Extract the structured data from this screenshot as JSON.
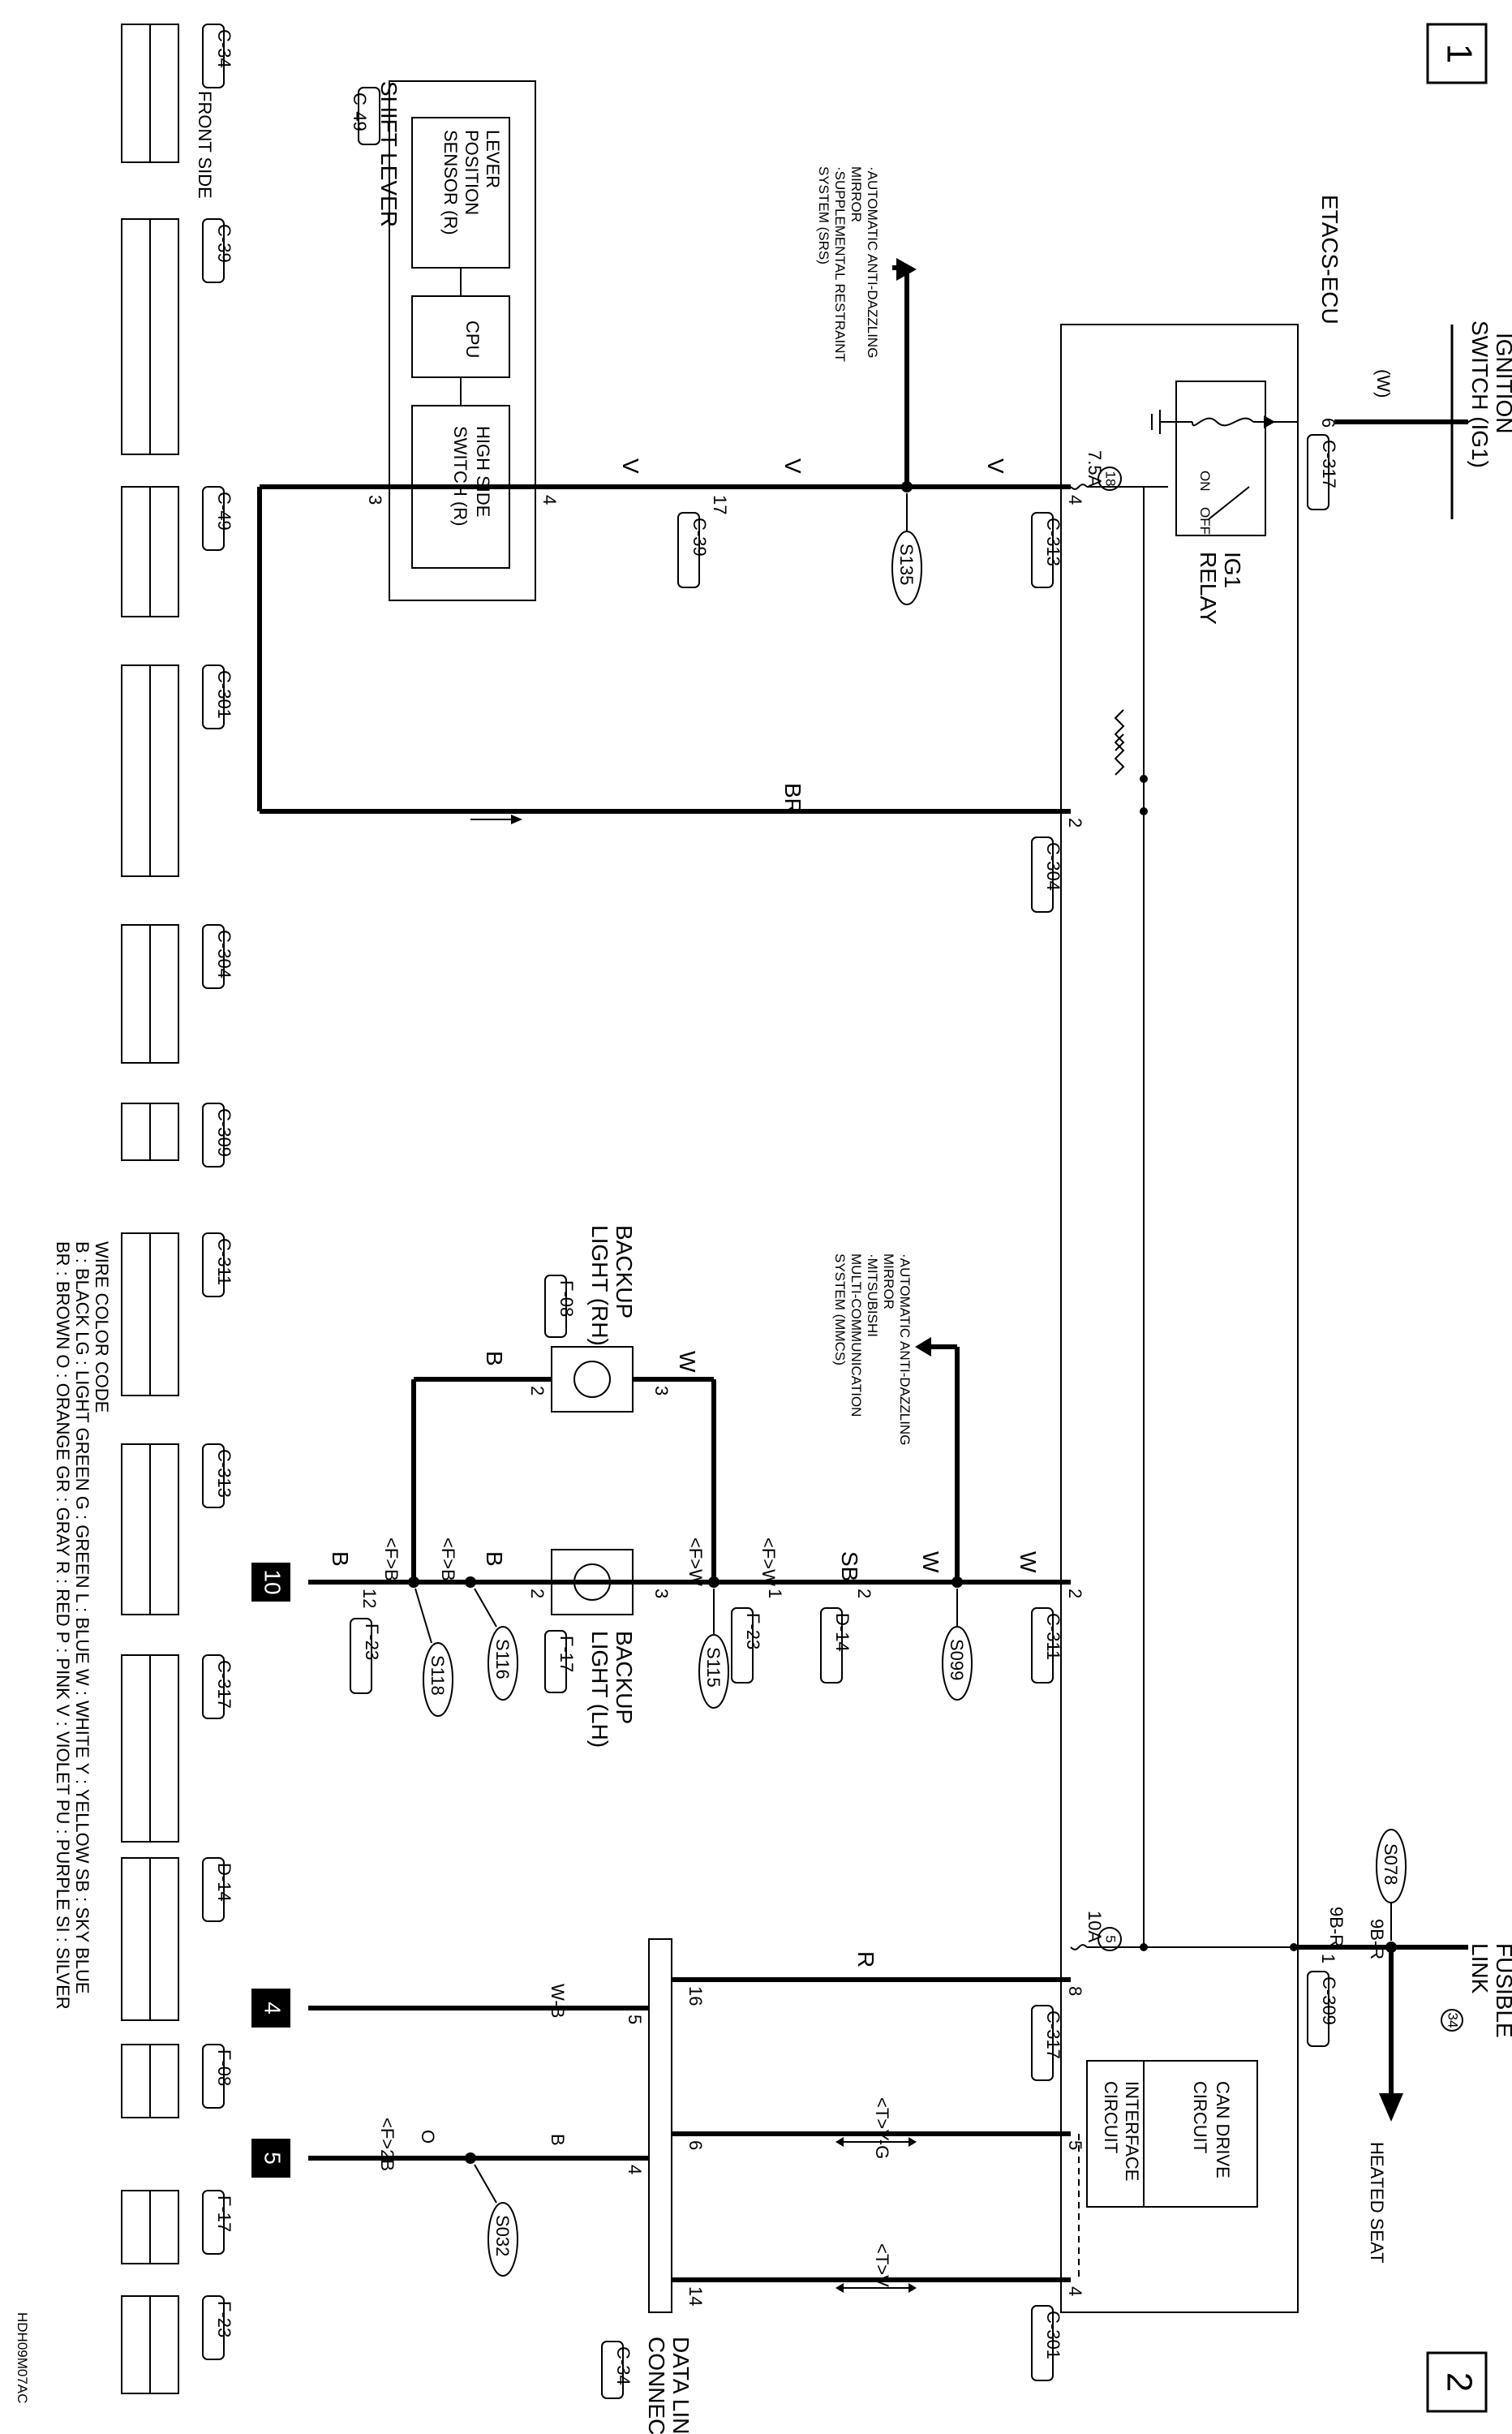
{
  "page_numbers": {
    "top": "1",
    "bottom": "2"
  },
  "ecu": {
    "name": "ETACS-ECU"
  },
  "ign": {
    "label_1": "IGNITION",
    "label_2": "SWITCH (IG1)",
    "wire": "(W)",
    "pin": "6",
    "connector": "C-317"
  },
  "relay": {
    "label_1": "IG1",
    "label_2": "RELAY",
    "on": "ON",
    "off": "OFF"
  },
  "fuse18": {
    "number": "18",
    "rating": "7.5A"
  },
  "fuse5": {
    "number": "5",
    "rating": "10A"
  },
  "fusible": {
    "label_1": "FUSIBLE",
    "label_2": "LINK",
    "number": "34",
    "splice": "S078",
    "wire_1": "9B-R",
    "wire_2": "9B-R",
    "pin": "1",
    "connector": "C-309",
    "dest": "HEATED SEAT"
  },
  "shift_lever": {
    "label": "SHIFT LEVER",
    "connector": "C-49",
    "sensor_1": "LEVER",
    "sensor_2": "POSITION",
    "sensor_3": "SENSOR (R)",
    "cpu": "CPU",
    "switch_1": "HIGH SIDE",
    "switch_2": "SWITCH (R)",
    "pin_4": "4",
    "pin_3": "3"
  },
  "v_circuit": {
    "wire": "V",
    "pin_ecu": "4",
    "conn_ecu": "C-313",
    "pin_c39": "17",
    "conn_c39": "C-39",
    "splice": "S135",
    "dest_1": "·AUTOMATIC ANTI-DAZZLING",
    "dest_2": "MIRROR",
    "dest_3": "·SUPPLEMENTAL RESTRAINT",
    "dest_4": "SYSTEM (SRS)"
  },
  "br_circuit": {
    "wire": "BR",
    "pin": "2",
    "connector": "C-304"
  },
  "w_circuit": {
    "pin_ecu": "2",
    "conn_ecu": "C-311",
    "wire": "W",
    "splice": "S099",
    "dest_1": "·AUTOMATIC ANTI-DAZZLING",
    "dest_2": "MIRROR",
    "dest_3": "·MITSUBISHI",
    "dest_4": "MULTI-COMMUNICATION",
    "dest_5": "SYSTEM (MMCS)",
    "d14_pin": "2",
    "d14_conn": "D-14",
    "sb": "SB",
    "f23_pin": "1",
    "f23_conn": "F-23",
    "fw": "<F>W",
    "splice_s115": "S115"
  },
  "backup_rh": {
    "label_1": "BACKUP",
    "label_2": "LIGHT (RH)",
    "connector": "F-08",
    "pin_w": "3",
    "pin_b": "2",
    "wire_w": "W",
    "wire_b": "B"
  },
  "backup_lh": {
    "label_1": "BACKUP",
    "label_2": "LIGHT (LH)",
    "connector": "F-17",
    "pin_w": "3",
    "pin_b": "2"
  },
  "ground_circuit": {
    "fb": "<F>B",
    "splice_s116": "S116",
    "splice_s118": "S118",
    "pin": "12",
    "connector": "F-23",
    "b": "B",
    "ref": "10"
  },
  "can": {
    "drive_1": "CAN DRIVE",
    "drive_2": "CIRCUIT",
    "iface_1": "INTERFACE",
    "iface_2": "CIRCUIT"
  },
  "dlc": {
    "label_1": "DATA LINK",
    "label_2": "CONNECTOR",
    "connector": "C-34",
    "r_wire": "R",
    "r_pin_ecu": "8",
    "r_conn": "C-317",
    "r_pin_dlc": "16",
    "yg_wire": "<T>Y-G",
    "yg_pin_ecu": "5",
    "yg_pin_dlc": "6",
    "v_wire": "<T>V",
    "v_pin_ecu": "4",
    "v_conn": "C-301",
    "v_pin_dlc": "14",
    "wb_wire": "W-B",
    "wb_pin": "5",
    "ref_4": "4",
    "b_wire": "B",
    "o_label": "O",
    "b_pin": "4",
    "f2b": "<F>2B",
    "splice": "S032",
    "ref_5": "5"
  },
  "connectors": [
    {
      "name": "C-34",
      "note": "FRONT SIDE"
    },
    {
      "name": "C-39"
    },
    {
      "name": "C-49"
    },
    {
      "name": "C-301"
    },
    {
      "name": "C-304"
    },
    {
      "name": "C-309"
    },
    {
      "name": "C-311"
    },
    {
      "name": "C-313"
    },
    {
      "name": "C-317"
    },
    {
      "name": "D-14"
    },
    {
      "name": "F-08"
    },
    {
      "name": "F-17"
    },
    {
      "name": "F-23"
    }
  ],
  "wire_color_code": {
    "title": "WIRE COLOR CODE",
    "line_1": "B : BLACK    LG : LIGHT GREEN    G : GREEN    L : BLUE    W : WHITE    Y : YELLOW    SB : SKY BLUE",
    "line_2": "BR : BROWN    O : ORANGE    GR : GRAY    R : RED    P : PINK    V : VIOLET    PU : PURPLE    SI : SILVER"
  },
  "code": "HDH09M07AC"
}
